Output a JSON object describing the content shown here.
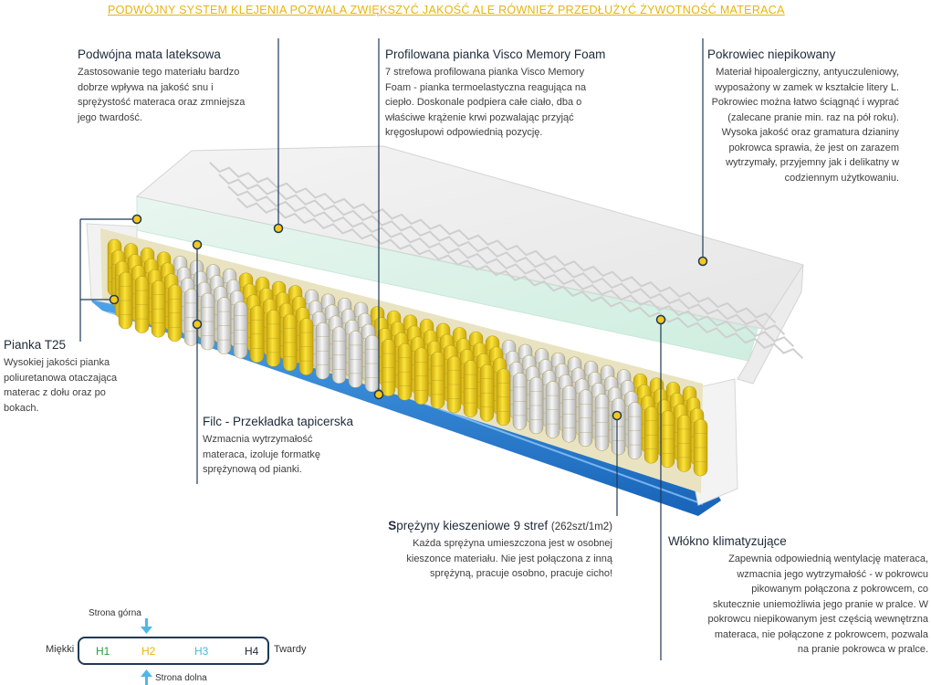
{
  "banner": "PODWÓJNY SYSTEM KLEJENIA POZWALA ZWIĘKSZYĆ JAKOŚĆ ALE RÓWNIEŻ PRZEDŁUŻYĆ ŻYWOTNOŚĆ MATERACA",
  "colors": {
    "accent": "#e8b40e",
    "line": "#1e3a56",
    "spring_yellow": "#f4d21a",
    "spring_white": "#dedede",
    "foam_blue": "#1f7fd4"
  },
  "blocks": {
    "latex": {
      "title": "Podwójna mata lateksowa",
      "lines": [
        "Zastosowanie tego materiału bardzo",
        "dobrze  wpływa na jakość snu i",
        "sprężystość materaca oraz zmniejsza",
        "jego twardość."
      ]
    },
    "visco": {
      "title": "Profilowana pianka Visco Memory Foam",
      "lines": [
        "7 strefowa profilowana pianka Visco Memory",
        "Foam - pianka termoelastyczna reagująca na",
        "ciepło.  Doskonale podpiera całe ciało, dba o",
        "właściwe  krążenie  krwi  pozwalając  przyjąć",
        "kręgosłupowi odpowiednią pozycję."
      ]
    },
    "cover": {
      "title": "Pokrowiec  niepikowany",
      "lines": [
        "Materiał hipoalergiczny, antyuczuleniowy,",
        "wyposażony w zamek w kształcie litery L.",
        "Pokrowiec można łatwo ściągnąć i wyprać",
        "(zalecane pranie min.  raz na pół roku).",
        "Wysoka jakość oraz gramatura dzianiny",
        "pokrowca sprawia, że jest on zarazem",
        "wytrzymały, przyjemny jak i delikatny w",
        "codziennym użytkowaniu."
      ]
    },
    "t25": {
      "title": "Pianka T25",
      "lines": [
        "Wysokiej jakości pianka",
        "poliuretanowa otaczająca",
        "materac z dołu oraz po",
        "bokach."
      ]
    },
    "filc": {
      "title": "Filc - Przekładka tapicerska",
      "lines": [
        "Wzmacnia wytrzymałość",
        "materaca, izoluje formatkę",
        "sprężynową od pianki."
      ]
    },
    "springs": {
      "title_first": "S",
      "title_rest": "prężyny kieszeniowe 9 stref",
      "title_sub": "(262szt/1m2)",
      "lines": [
        "Każda sprężyna umieszczona jest w osobnej",
        "kieszonce materiału. Nie jest połączona z inną",
        "sprężyną, pracuje osobno, pracuje cicho!"
      ]
    },
    "fiber": {
      "title": "Włókno klimatyzujące",
      "lines": [
        "Zapewnia odpowiednią wentylację materaca,",
        "wzmacnia jego wytrzymałość - w pokrowcu",
        "pikowanym połączona z pokrowcem, co",
        "skutecznie uniemożliwia jego pranie w pralce. W",
        "pokrowcu niepikowanym jest częścią wewnętrzna",
        "materaca, nie połączone z pokrowcem, pozwala",
        "na pranie pokrowca w pralce."
      ]
    }
  },
  "scale": {
    "top_label": "Strona górna",
    "bottom_label": "Strona dolna",
    "left_label": "Miękki",
    "right_label": "Twardy",
    "levels": [
      {
        "label": "H1",
        "color": "#2e9a3a"
      },
      {
        "label": "H2",
        "color": "#e8b40e"
      },
      {
        "label": "H3",
        "color": "#4fb8d8"
      },
      {
        "label": "H4",
        "color": "#1e2a39"
      }
    ]
  }
}
